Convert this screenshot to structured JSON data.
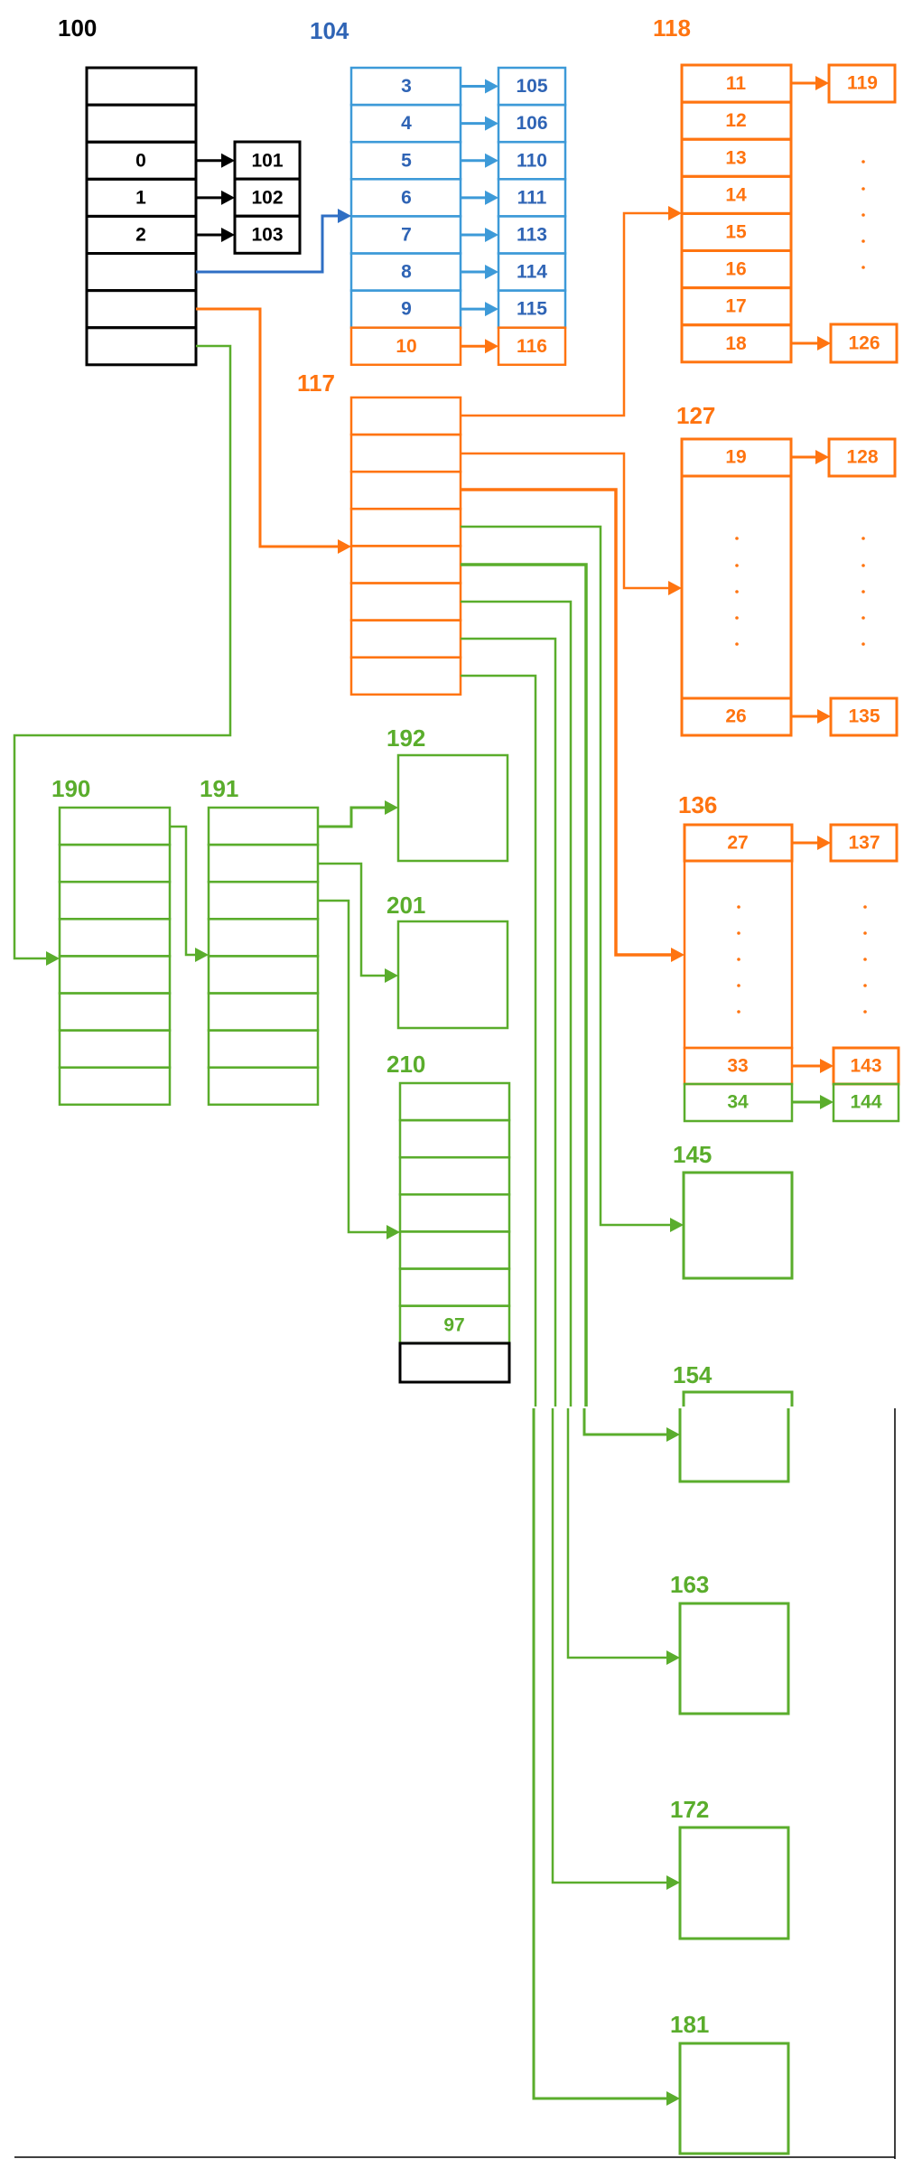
{
  "colors": {
    "black": "#000000",
    "blue_text": "#2f64b5",
    "blue_line": "#3d9ad8",
    "blue_link": "#2f6fc4",
    "orange": "#ff7410",
    "green": "#5aad2c"
  },
  "labels": {
    "b100": "100",
    "b104": "104",
    "b117": "117",
    "b118": "118",
    "b127": "127",
    "b136": "136",
    "b145": "145",
    "b154": "154",
    "b163": "163",
    "b172": "172",
    "b181": "181",
    "b190": "190",
    "b191": "191",
    "b192": "192",
    "b201": "201",
    "b210": "210"
  },
  "block100": {
    "cells": [
      "0",
      "1",
      "2"
    ],
    "targets": [
      "101",
      "102",
      "103"
    ]
  },
  "block104": {
    "cells": [
      "3",
      "4",
      "5",
      "6",
      "7",
      "8",
      "9",
      "10"
    ],
    "targets": [
      "105",
      "106",
      "110",
      "111",
      "113",
      "114",
      "115",
      "116"
    ]
  },
  "block118": {
    "cells": [
      "11",
      "12",
      "13",
      "14",
      "15",
      "16",
      "17",
      "18"
    ],
    "targets": [
      "119",
      "126"
    ]
  },
  "block127": {
    "cells": [
      "19",
      "26"
    ],
    "targets": [
      "128",
      "135"
    ]
  },
  "block136": {
    "cells": [
      "27",
      "33",
      "34"
    ],
    "targets": [
      "137",
      "143",
      "144"
    ]
  },
  "block210": {
    "cells": [
      "97"
    ]
  }
}
